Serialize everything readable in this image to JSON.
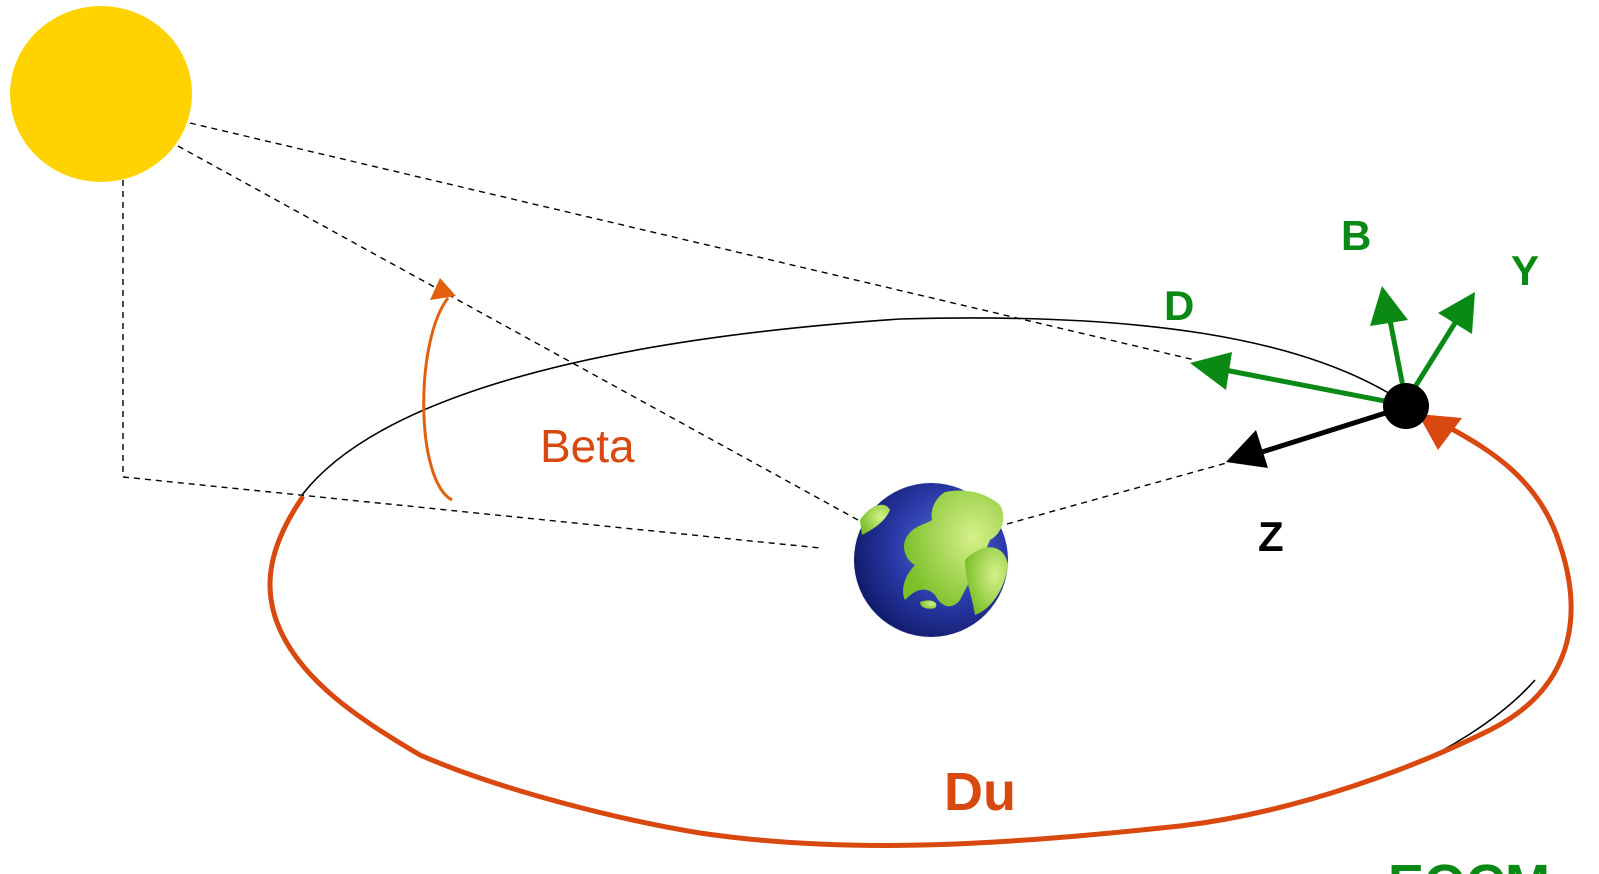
{
  "labels": {
    "beta": "Beta",
    "du": "Du",
    "d": "D",
    "b": "B",
    "y": "Y",
    "z": "Z",
    "cut_off": "EOCM"
  },
  "colors": {
    "sun": "#FFD200",
    "orbit_highlight": "#D9480F",
    "angle_arrow": "#E06010",
    "green_axes": "#0A8A14",
    "black": "#000000",
    "earth_ocean": "#1F2C8E",
    "earth_land": "#A8D84A"
  },
  "icons": {
    "sun": "sun-icon",
    "earth": "earth-icon",
    "satellite": "satellite-icon"
  }
}
